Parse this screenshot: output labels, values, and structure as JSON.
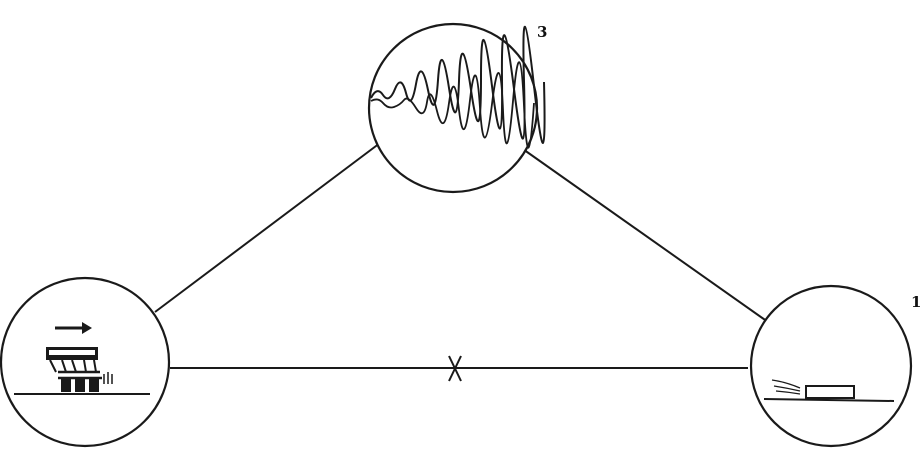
{
  "nodes": [
    {
      "id": "node-3",
      "label": "3",
      "depiction": "rough-surface-icon"
    },
    {
      "id": "node-1",
      "label": "1",
      "depiction": "smooth-block-icon"
    },
    {
      "id": "node-left",
      "label": "",
      "depiction": "wheeled-cart-icon"
    }
  ],
  "edges": [
    {
      "from": "node-left",
      "to": "node-3",
      "blocked": false
    },
    {
      "from": "node-3",
      "to": "node-1",
      "blocked": false
    },
    {
      "from": "node-left",
      "to": "node-1",
      "blocked": true,
      "marker": "cross-icon"
    }
  ],
  "colors": {
    "ink": "#1a1a1a",
    "background": "#ffffff"
  }
}
